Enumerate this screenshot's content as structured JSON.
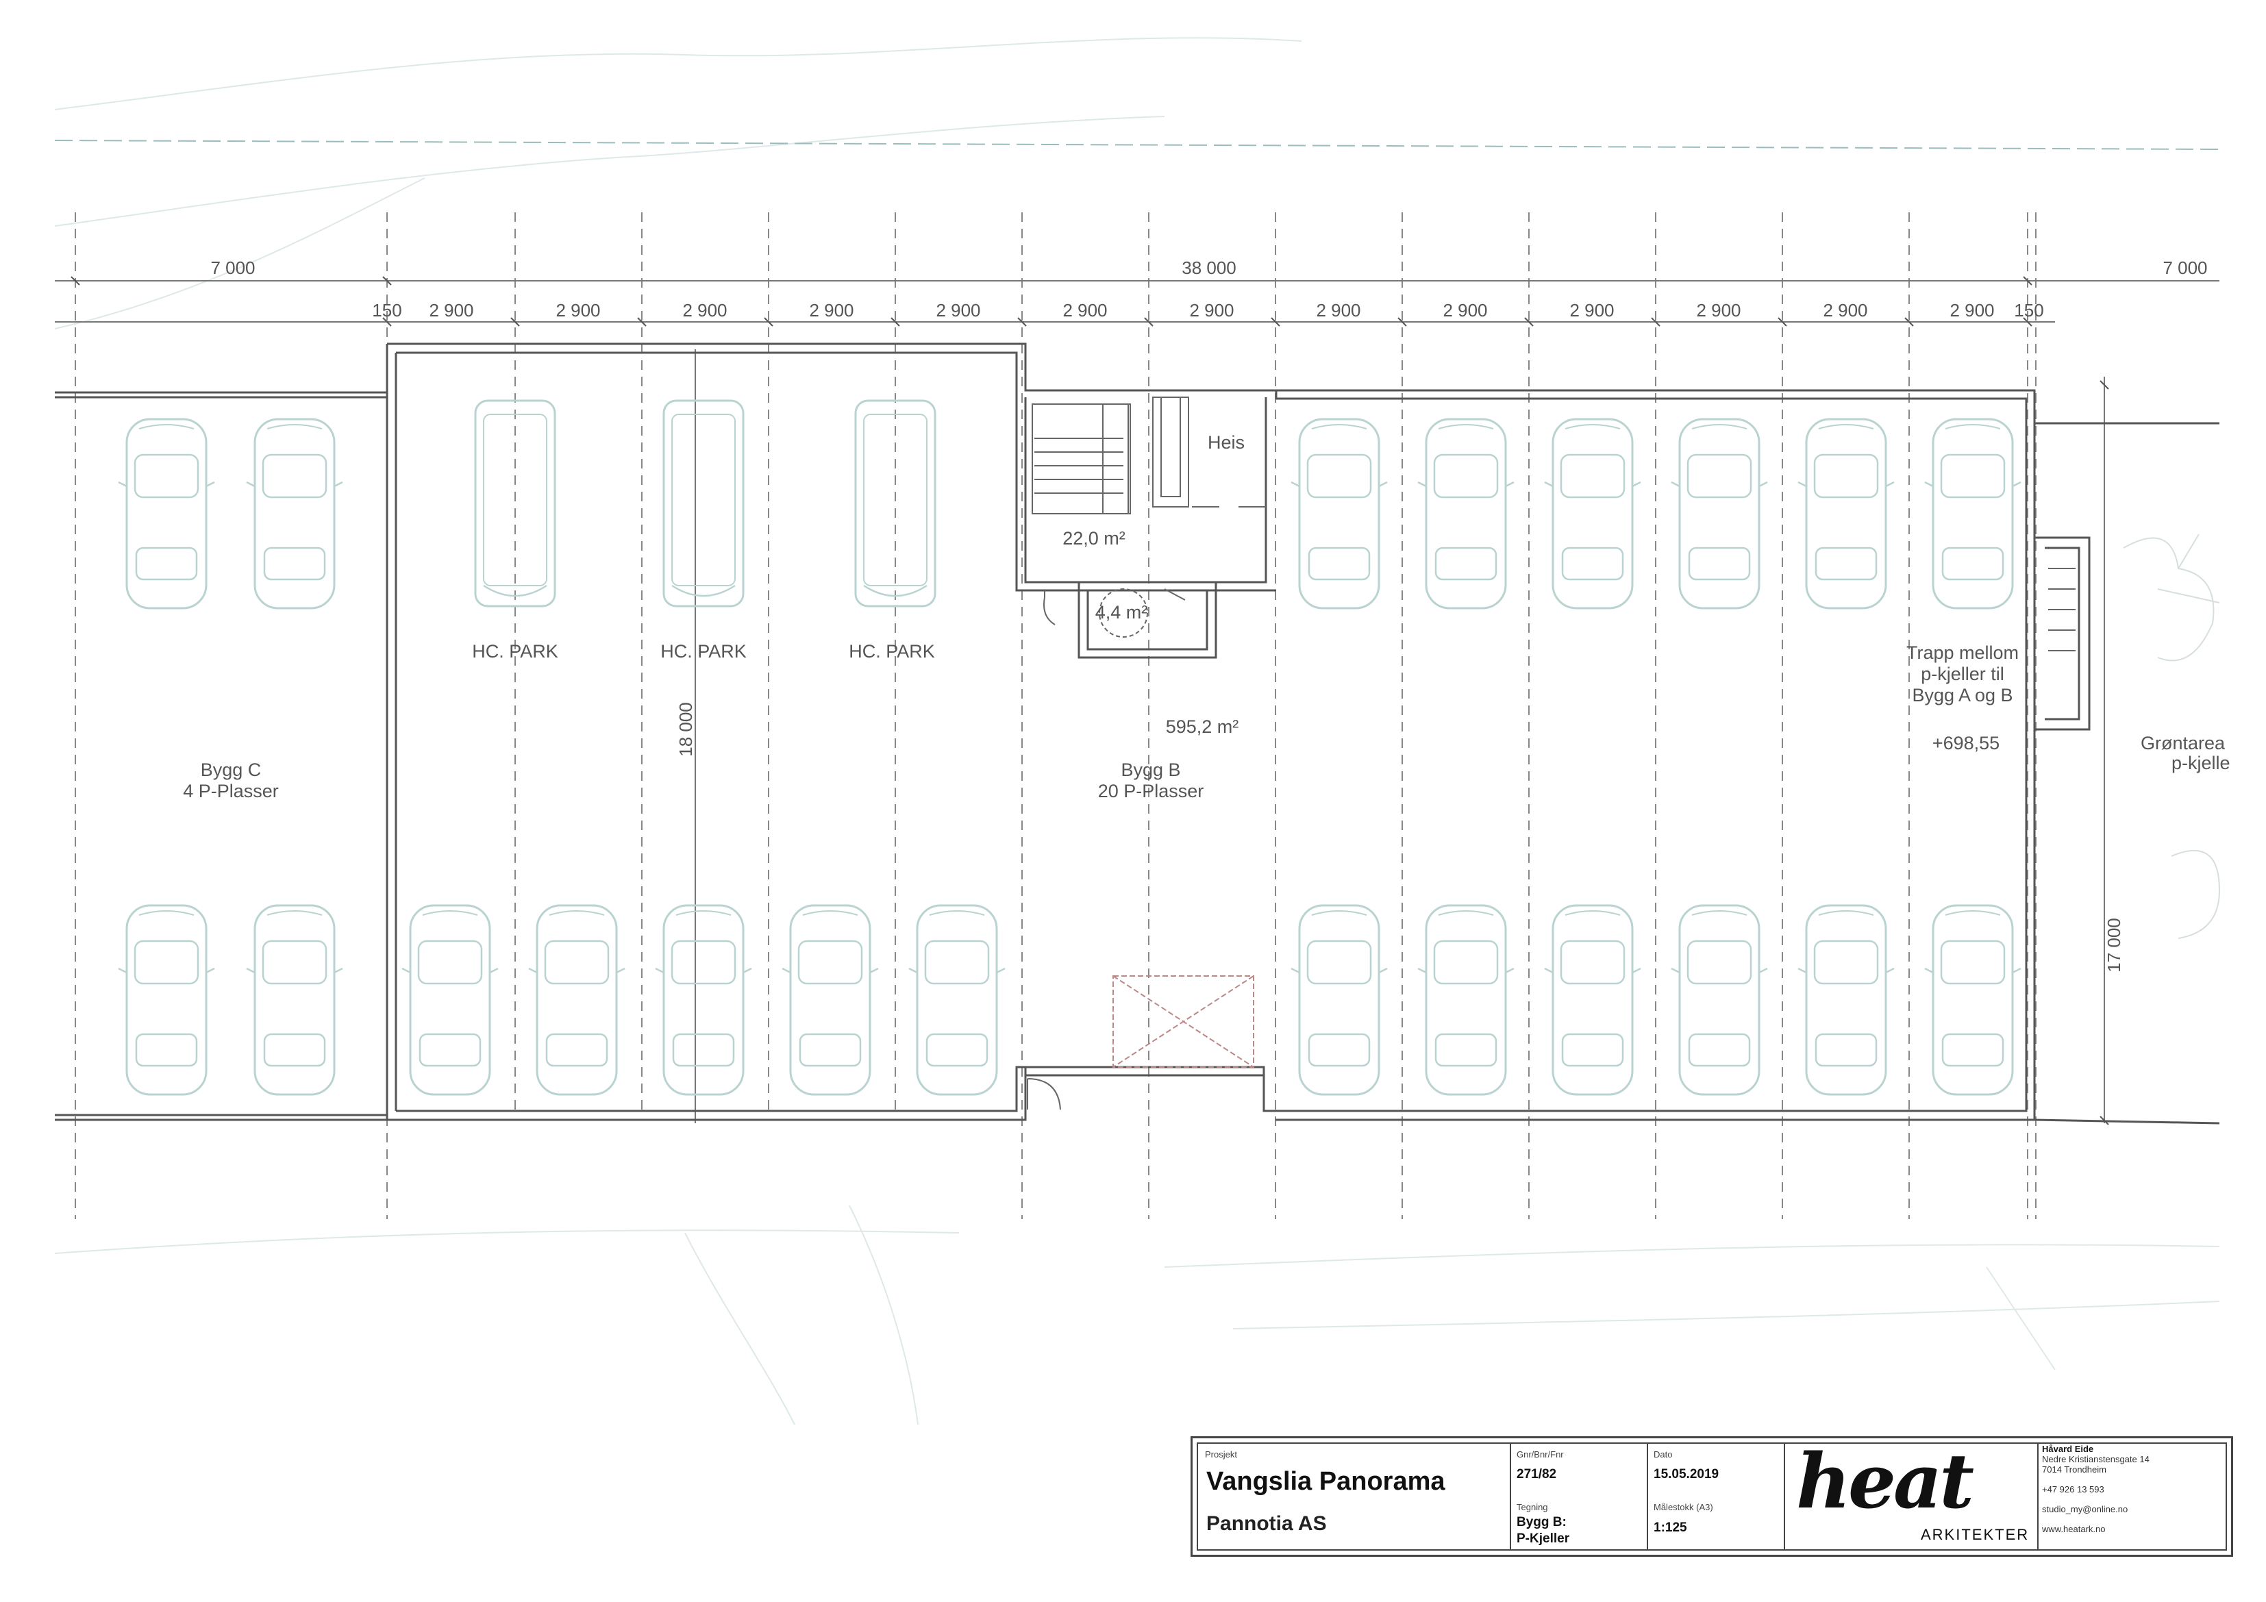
{
  "dimensions": {
    "top_left": "7 000",
    "top_center": "38 000",
    "top_right": "7 000",
    "edge_left": "150",
    "edge_right": "150",
    "bay": "2 900",
    "height_left": "18 000",
    "height_right": "17 000"
  },
  "rooms": {
    "stair_area": "22,0 m²",
    "lift_area": "4,4 m²",
    "lift_label": "Heis",
    "hall_area": "595,2 m²"
  },
  "labels": {
    "hc": "HC. PARK",
    "bygg_c_name": "Bygg C",
    "bygg_c_spaces": "4 P-Plasser",
    "bygg_b_name": "Bygg B",
    "bygg_b_spaces": "20 P-Plasser",
    "stair_note_1": "Trapp mellom",
    "stair_note_2": "p-kjeller til",
    "stair_note_3": "Bygg A og B",
    "level": "+698,55",
    "green_1": "Grøntarea",
    "green_2": "p-kjelle"
  },
  "title_block": {
    "project_label": "Prosjekt",
    "project_name": "Vangslia Panorama",
    "client": "Pannotia AS",
    "gnr_label": "Gnr/Bnr/Fnr",
    "gnr_value": "271/82",
    "date_label": "Dato",
    "date_value": "15.05.2019",
    "drawing_label": "Tegning",
    "drawing_value_1": "Bygg B:",
    "drawing_value_2": "P-Kjeller",
    "scale_label": "Målestokk (A3)",
    "scale_value": "1:125",
    "logo_text": "heat",
    "logo_sub": "ARKITEKTER",
    "architect": "Håvard Eide",
    "address_1": "Nedre Kristianstensgate 14",
    "address_2": "7014 Trondheim",
    "phone": "+47 926 13 593",
    "email": "studio_my@online.no",
    "web": "www.heatark.no"
  }
}
